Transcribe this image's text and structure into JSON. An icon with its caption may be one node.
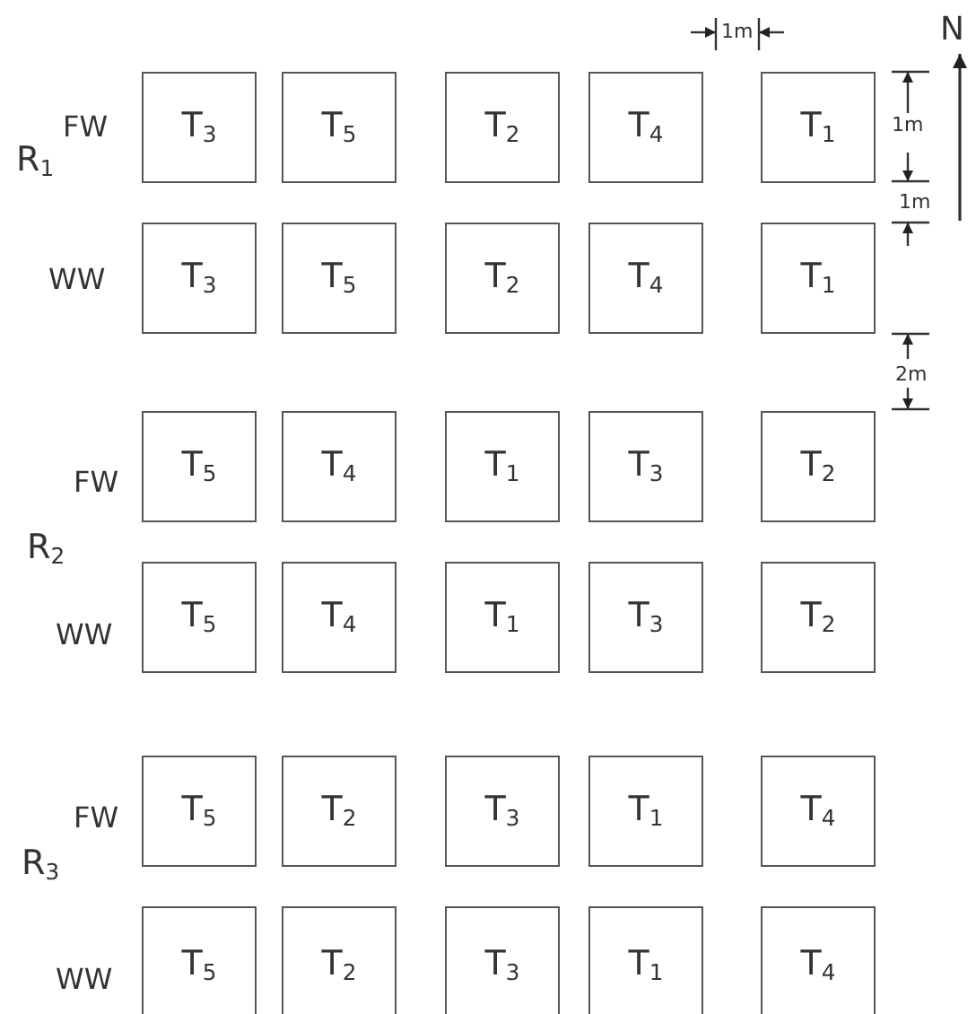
{
  "diagram": {
    "nodes": [
      {
        "text": [
          "T$_{3}$"
        ]
      },
      {
        "text": [
          "T$_{5}$"
        ]
      },
      {
        "text": [
          "T$_{2}$"
        ]
      },
      {
        "text": [
          "T$_{4}$"
        ]
      },
      {
        "text": [
          "T$_{1}$"
        ]
      },
      {
        "text": [
          "T$_{3}$"
        ]
      },
      {
        "text": [
          "T$_{5}$"
        ]
      },
      {
        "text": [
          "T$_{2}$"
        ]
      },
      {
        "text": [
          "T$_{4}$"
        ]
      },
      {
        "text": [
          "T$_{1}$"
        ]
      },
      {
        "text": [
          "T$_{5}$"
        ]
      },
      {
        "text": [
          "T$_{4}$"
        ]
      },
      {
        "text": [
          "T$_{1}$"
        ]
      },
      {
        "text": [
          "T$_{3}$"
        ]
      },
      {
        "text": [
          "T$_{2}$"
        ]
      },
      {
        "text": [
          "T$_{5}$"
        ]
      },
      {
        "text": [
          "T$_{4}$"
        ]
      },
      {
        "text": [
          "T$_{1}$"
        ]
      },
      {
        "text": [
          "T$_{3}$"
        ]
      },
      {
        "text": [
          "T$_{2}$"
        ]
      },
      {
        "text": [
          "T$_{5}$"
        ]
      },
      {
        "text": [
          "T$_{2}$"
        ]
      },
      {
        "text": [
          "T$_{3}$"
        ]
      },
      {
        "text": [
          "T$_{1}$"
        ]
      },
      {
        "text": [
          "T$_{4}$"
        ]
      },
      {
        "text": [
          "T$_{5}$"
        ]
      },
      {
        "text": [
          "T$_{2}$"
        ]
      },
      {
        "text": [
          "T$_{3}$"
        ]
      },
      {
        "text": [
          "T$_{1}$"
        ]
      },
      {
        "text": [
          "T$_{4}$"
        ]
      }
    ],
    "edges": [],
    "labels": [
      "1m",
      "N",
      "FW",
      "1m",
      "R$_{1}$",
      "1m",
      "WW",
      "2m",
      "FW",
      "R$_{2}$",
      "WW",
      "FW",
      "R$_{3}$",
      "WW"
    ]
  }
}
